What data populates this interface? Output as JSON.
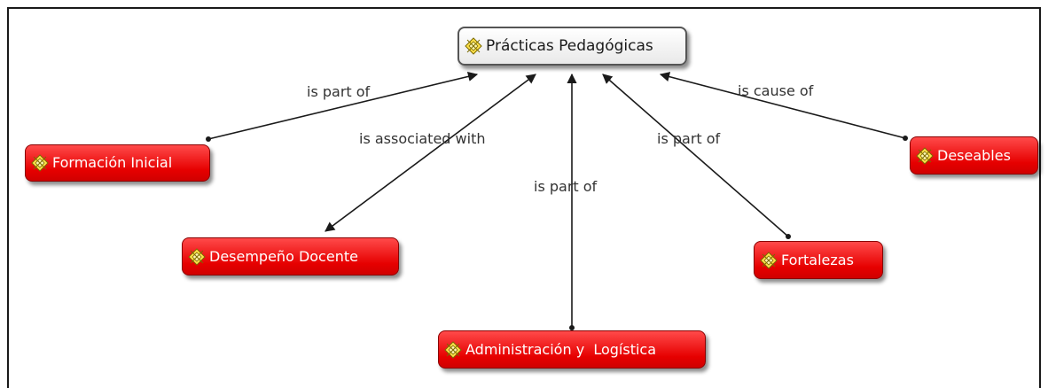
{
  "concept_map": {
    "root": {
      "label": "Prácticas Pedagógicas",
      "icon": "concept-icon"
    },
    "nodes": [
      {
        "id": "formacion",
        "label": "Formación Inicial",
        "color": "#e60000"
      },
      {
        "id": "desempeno",
        "label": "Desempeño Docente",
        "color": "#e60000"
      },
      {
        "id": "administracion",
        "label": "Administración y  Logística",
        "color": "#e60000"
      },
      {
        "id": "fortalezas",
        "label": "Fortalezas",
        "color": "#e60000"
      },
      {
        "id": "deseables",
        "label": "Deseables",
        "color": "#e60000"
      }
    ],
    "links": [
      {
        "from": "formacion",
        "label": "is part of"
      },
      {
        "from": "desempeno",
        "label": "is associated with"
      },
      {
        "from": "administracion",
        "label": "is part of"
      },
      {
        "from": "fortalezas",
        "label": "is part of"
      },
      {
        "from": "deseables",
        "label": "is cause of"
      }
    ]
  }
}
